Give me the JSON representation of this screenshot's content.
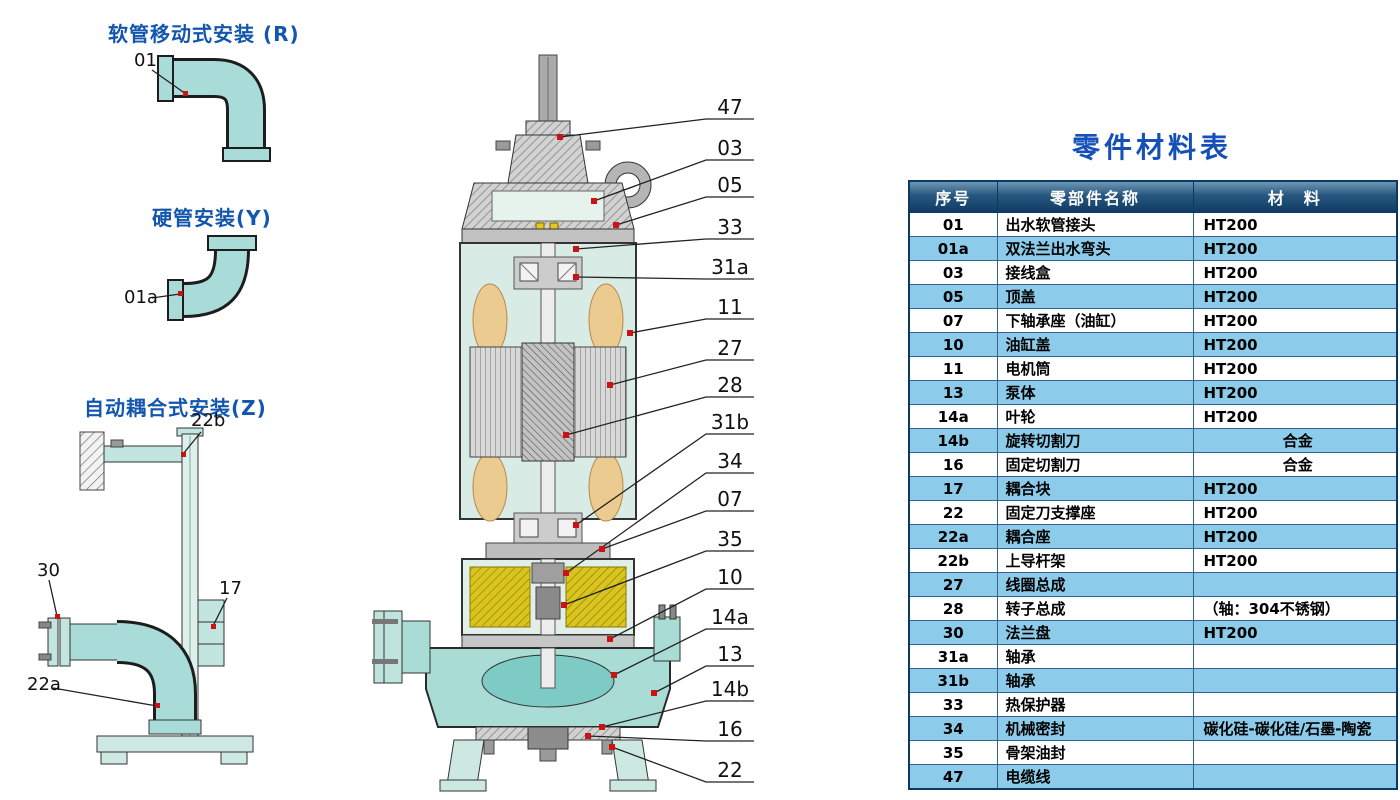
{
  "installations": {
    "r": {
      "title": "软管移动式安装 (R)",
      "labels": {
        "l1": "01"
      }
    },
    "y": {
      "title": "硬管安装(Y)",
      "labels": {
        "l1": "01a"
      }
    },
    "z": {
      "title": "自动耦合式安装(Z)",
      "labels": {
        "l1": "22b",
        "l2": "30",
        "l3": "17",
        "l4": "22a"
      }
    }
  },
  "pump": {
    "callouts": [
      "47",
      "03",
      "05",
      "33",
      "31a",
      "11",
      "27",
      "28",
      "31b",
      "34",
      "07",
      "35",
      "10",
      "14a",
      "13",
      "14b",
      "16",
      "22"
    ]
  },
  "table": {
    "title": "零件材料表",
    "headers": [
      "序号",
      "零部件名称",
      "材　料"
    ],
    "rows": [
      {
        "no": "01",
        "name": "出水软管接头",
        "material": "HT200"
      },
      {
        "no": "01a",
        "name": "双法兰出水弯头",
        "material": "HT200"
      },
      {
        "no": "03",
        "name": "接线盒",
        "material": "HT200"
      },
      {
        "no": "05",
        "name": "顶盖",
        "material": "HT200"
      },
      {
        "no": "07",
        "name": "下轴承座（油缸）",
        "material": "HT200"
      },
      {
        "no": "10",
        "name": "油缸盖",
        "material": "HT200"
      },
      {
        "no": "11",
        "name": "电机筒",
        "material": "HT200"
      },
      {
        "no": "13",
        "name": "泵体",
        "material": "HT200"
      },
      {
        "no": "14a",
        "name": "叶轮",
        "material": "HT200"
      },
      {
        "no": "14b",
        "name": "旋转切割刀",
        "material": "合金"
      },
      {
        "no": "16",
        "name": "固定切割刀",
        "material": "合金"
      },
      {
        "no": "17",
        "name": "耦合块",
        "material": "HT200"
      },
      {
        "no": "22",
        "name": "固定刀支撑座",
        "material": "HT200"
      },
      {
        "no": "22a",
        "name": "耦合座",
        "material": "HT200"
      },
      {
        "no": "22b",
        "name": "上导杆架",
        "material": "HT200"
      },
      {
        "no": "27",
        "name": "线圈总成",
        "material": ""
      },
      {
        "no": "28",
        "name": "转子总成",
        "material": "（轴：304不锈钢）"
      },
      {
        "no": "30",
        "name": "法兰盘",
        "material": "HT200"
      },
      {
        "no": "31a",
        "name": "轴承",
        "material": ""
      },
      {
        "no": "31b",
        "name": "轴承",
        "material": ""
      },
      {
        "no": "33",
        "name": "热保护器",
        "material": ""
      },
      {
        "no": "34",
        "name": "机械密封",
        "material": "碳化硅-碳化硅/石墨-陶瓷"
      },
      {
        "no": "35",
        "name": "骨架油封",
        "material": ""
      },
      {
        "no": "47",
        "name": "电缆线",
        "material": ""
      }
    ]
  },
  "colors": {
    "title_blue": "#1356ae",
    "table_title_blue": "#1550b8",
    "table_header_blue": "#0f3c64",
    "row_alt_blue": "#8ccbe9",
    "pump_cyan": "#a9dcd8",
    "coil_tan": "#eccb90",
    "oil_yellow": "#d9c420",
    "marker_red": "#c81414"
  }
}
